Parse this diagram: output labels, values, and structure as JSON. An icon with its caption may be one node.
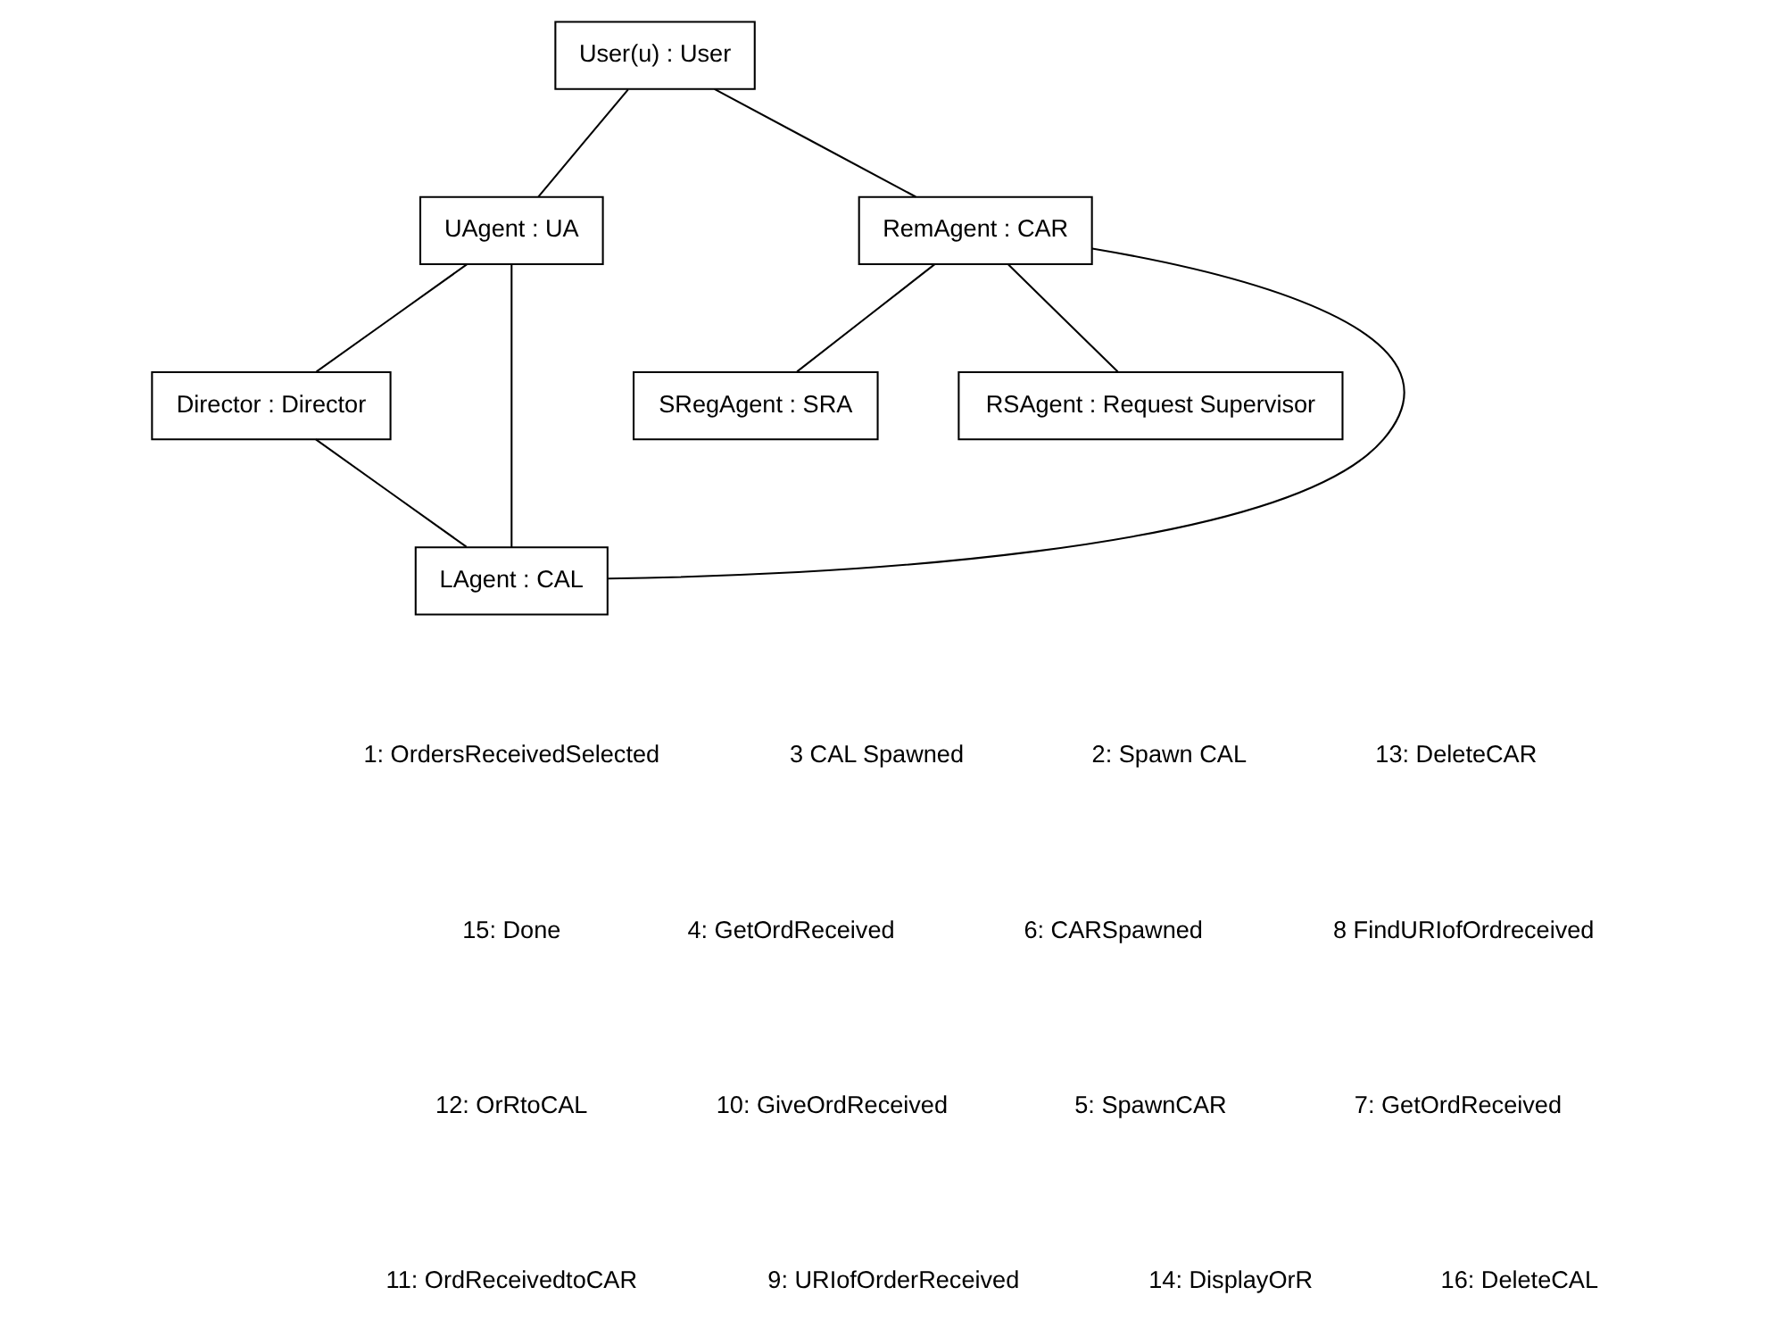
{
  "diagram": {
    "nodes": [
      {
        "text": [
          "User(u) : User"
        ]
      },
      {
        "text": [
          "UAgent : UA"
        ]
      },
      {
        "text": [
          "Director : Director"
        ]
      },
      {
        "text": [
          "RemAgent : CAR"
        ]
      },
      {
        "text": [
          "SRegAgent : SRA"
        ]
      },
      {
        "text": [
          "RSAgent : Request Supervisor"
        ]
      },
      {
        "text": [
          "LAgent : CAL"
        ]
      }
    ],
    "edges": [
      {
        "from": 0,
        "to": 1,
        "arrow": "none"
      },
      {
        "from": 1,
        "to": 6,
        "arrow": "none"
      },
      {
        "from": 1,
        "to": 2,
        "arrow": "none"
      },
      {
        "from": 2,
        "to": 6,
        "arrow": "none"
      },
      {
        "from": 0,
        "to": 3,
        "arrow": "none"
      },
      {
        "from": 3,
        "to": 4,
        "arrow": "none"
      },
      {
        "from": 3,
        "to": 5,
        "arrow": "none"
      },
      {
        "from": 3,
        "to": 6,
        "arrow": "none"
      }
    ],
    "labels": [
      "1: OrdersReceivedSelected",
      "3 CAL Spawned",
      "2: Spawn CAL",
      "13: DeleteCAR",
      "15: Done",
      "4: GetOrdReceived",
      "6: CARSpawned",
      "8 FindURIofOrdreceived",
      "12: OrRtoCAL",
      "10: GiveOrdReceived",
      "5: SpawnCAR",
      "7: GetOrdReceived",
      "11: OrdReceivedtoCAR",
      "9: URIofOrderReceived",
      "14: DisplayOrR",
      "16: DeleteCAL"
    ]
  }
}
